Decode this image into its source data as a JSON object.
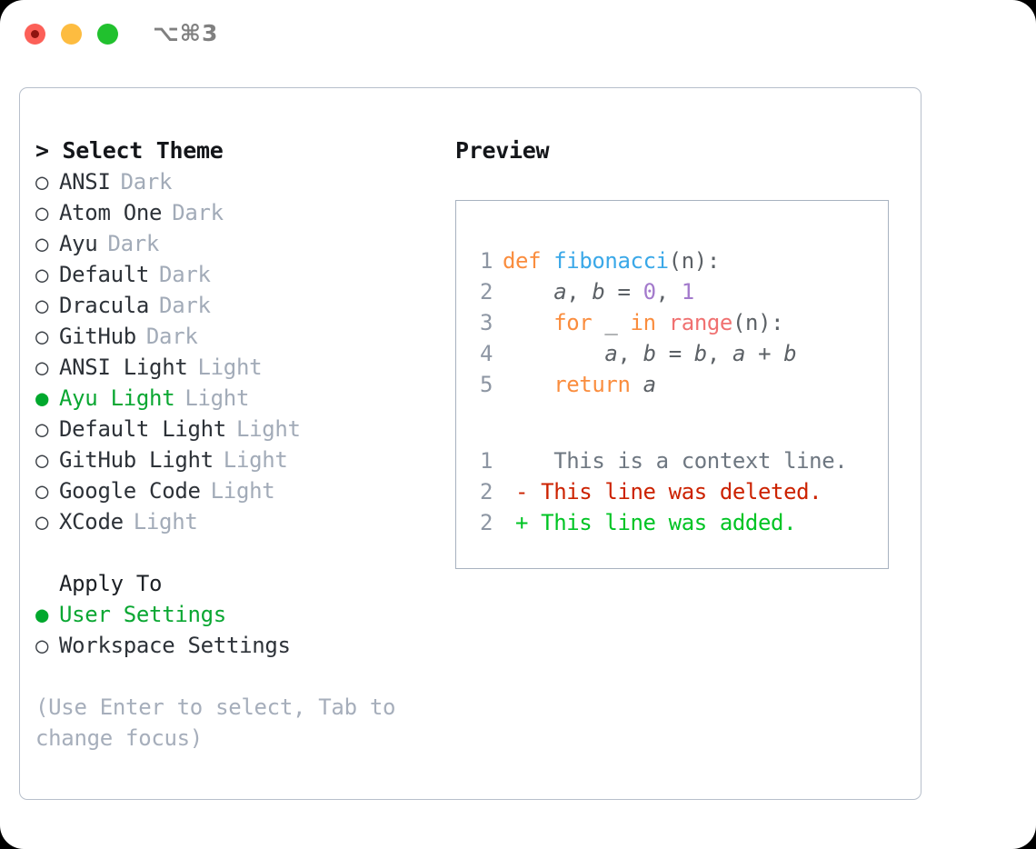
{
  "titlebar": {
    "shortcut": "⌥⌘3",
    "lights": [
      "close-red",
      "minimize-yellow",
      "maximize-green"
    ]
  },
  "theme_list": {
    "header": "> Select Theme",
    "items": [
      {
        "marker": "○",
        "name": "ANSI",
        "kind": "Dark",
        "selected": false
      },
      {
        "marker": "○",
        "name": "Atom One",
        "kind": "Dark",
        "selected": false
      },
      {
        "marker": "○",
        "name": "Ayu",
        "kind": "Dark",
        "selected": false
      },
      {
        "marker": "○",
        "name": "Default",
        "kind": "Dark",
        "selected": false
      },
      {
        "marker": "○",
        "name": "Dracula",
        "kind": "Dark",
        "selected": false
      },
      {
        "marker": "○",
        "name": "GitHub",
        "kind": "Dark",
        "selected": false
      },
      {
        "marker": "○",
        "name": "ANSI Light",
        "kind": "Light",
        "selected": false
      },
      {
        "marker": "●",
        "name": "Ayu Light",
        "kind": "Light",
        "selected": true
      },
      {
        "marker": "○",
        "name": "Default Light",
        "kind": "Light",
        "selected": false
      },
      {
        "marker": "○",
        "name": "GitHub Light",
        "kind": "Light",
        "selected": false
      },
      {
        "marker": "○",
        "name": "Google Code",
        "kind": "Light",
        "selected": false
      },
      {
        "marker": "○",
        "name": "XCode",
        "kind": "Light",
        "selected": false
      }
    ]
  },
  "apply_to": {
    "header": "Apply To",
    "items": [
      {
        "marker": "●",
        "label": "User Settings",
        "selected": true
      },
      {
        "marker": "○",
        "label": "Workspace Settings",
        "selected": false
      }
    ]
  },
  "hint": "(Use Enter to select, Tab to change focus)",
  "preview": {
    "title": "Preview",
    "code_lines": [
      {
        "num": "1",
        "tokens": [
          {
            "t": "def",
            "c": "kw"
          },
          {
            "t": " ",
            "c": "punc"
          },
          {
            "t": "fibonacci",
            "c": "fn"
          },
          {
            "t": "(n):",
            "c": "punc"
          }
        ]
      },
      {
        "num": "2",
        "tokens": [
          {
            "t": "    ",
            "c": "punc"
          },
          {
            "t": "a",
            "c": "var"
          },
          {
            "t": ", ",
            "c": "punc"
          },
          {
            "t": "b",
            "c": "var"
          },
          {
            "t": " = ",
            "c": "punc"
          },
          {
            "t": "0",
            "c": "num"
          },
          {
            "t": ", ",
            "c": "punc"
          },
          {
            "t": "1",
            "c": "num"
          }
        ]
      },
      {
        "num": "3",
        "tokens": [
          {
            "t": "    ",
            "c": "punc"
          },
          {
            "t": "for",
            "c": "kw"
          },
          {
            "t": " ",
            "c": "punc"
          },
          {
            "t": "_",
            "c": "var"
          },
          {
            "t": " ",
            "c": "punc"
          },
          {
            "t": "in",
            "c": "kw"
          },
          {
            "t": " ",
            "c": "punc"
          },
          {
            "t": "range",
            "c": "call"
          },
          {
            "t": "(n):",
            "c": "punc"
          }
        ]
      },
      {
        "num": "4",
        "tokens": [
          {
            "t": "        ",
            "c": "punc"
          },
          {
            "t": "a",
            "c": "var"
          },
          {
            "t": ", ",
            "c": "punc"
          },
          {
            "t": "b",
            "c": "var"
          },
          {
            "t": " = ",
            "c": "punc"
          },
          {
            "t": "b",
            "c": "var"
          },
          {
            "t": ", ",
            "c": "punc"
          },
          {
            "t": "a",
            "c": "var"
          },
          {
            "t": " + ",
            "c": "punc"
          },
          {
            "t": "b",
            "c": "var"
          }
        ]
      },
      {
        "num": "5",
        "tokens": [
          {
            "t": "    ",
            "c": "punc"
          },
          {
            "t": "return",
            "c": "kw"
          },
          {
            "t": " ",
            "c": "punc"
          },
          {
            "t": "a",
            "c": "var"
          }
        ]
      }
    ],
    "diff_lines": [
      {
        "num": "1",
        "sign": " ",
        "text": "  This is a context line.",
        "kind": "ctx"
      },
      {
        "num": "2",
        "sign": "-",
        "text": " This line was deleted.",
        "kind": "del"
      },
      {
        "num": "2",
        "sign": "+",
        "text": " This line was added.",
        "kind": "add"
      }
    ]
  },
  "colors": {
    "accent_green": "#0aa732",
    "muted": "#a2abb8",
    "border": "#b7bfcb",
    "keyword": "#fa8d3e",
    "function": "#3aa8e8",
    "number": "#a37acc",
    "call": "#f07171",
    "diff_delete": "#cc2200",
    "diff_add": "#00c424"
  }
}
